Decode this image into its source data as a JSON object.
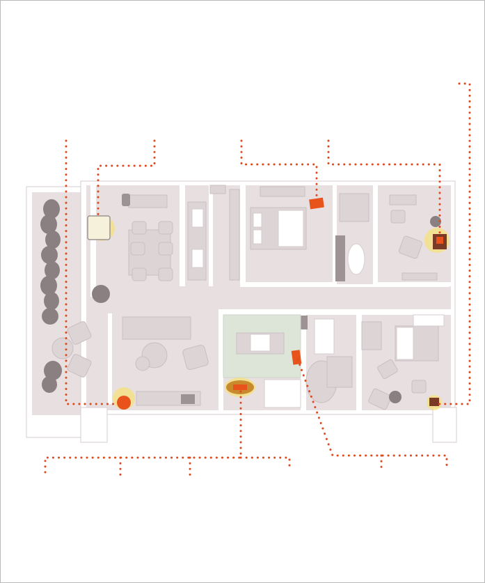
{
  "plan": {
    "colors": {
      "background": "#ffffff",
      "border": "#b9b9b9",
      "floor": "#e8dfe1",
      "wall": "#ffffff",
      "furniture": "#ddd4d6",
      "furniture_dark": "#9d9294",
      "planter": "#8a7f81",
      "tile": "#dde5d8",
      "accent": "#e8531c",
      "highlight": "#f6e27a",
      "leader": "#de4a1d"
    },
    "rooms": [
      {
        "id": "terrace"
      },
      {
        "id": "dining"
      },
      {
        "id": "living"
      },
      {
        "id": "kitchen"
      },
      {
        "id": "master-bedroom"
      },
      {
        "id": "master-bath"
      },
      {
        "id": "study"
      },
      {
        "id": "corridor"
      },
      {
        "id": "tv-room"
      },
      {
        "id": "bath-2"
      },
      {
        "id": "bedroom-2"
      }
    ],
    "hotspots": [
      {
        "id": "dining-armchair",
        "icon": "armchair-icon"
      },
      {
        "id": "living-lamp",
        "icon": "lamp-icon"
      },
      {
        "id": "tv-rug",
        "icon": "rug-icon"
      },
      {
        "id": "bedroom-bench",
        "icon": "bench-icon"
      },
      {
        "id": "study-desk",
        "icon": "desk-icon"
      },
      {
        "id": "corridor-chair",
        "icon": "chair-icon"
      },
      {
        "id": "bedroom2-nightstand",
        "icon": "nightstand-icon"
      }
    ]
  }
}
